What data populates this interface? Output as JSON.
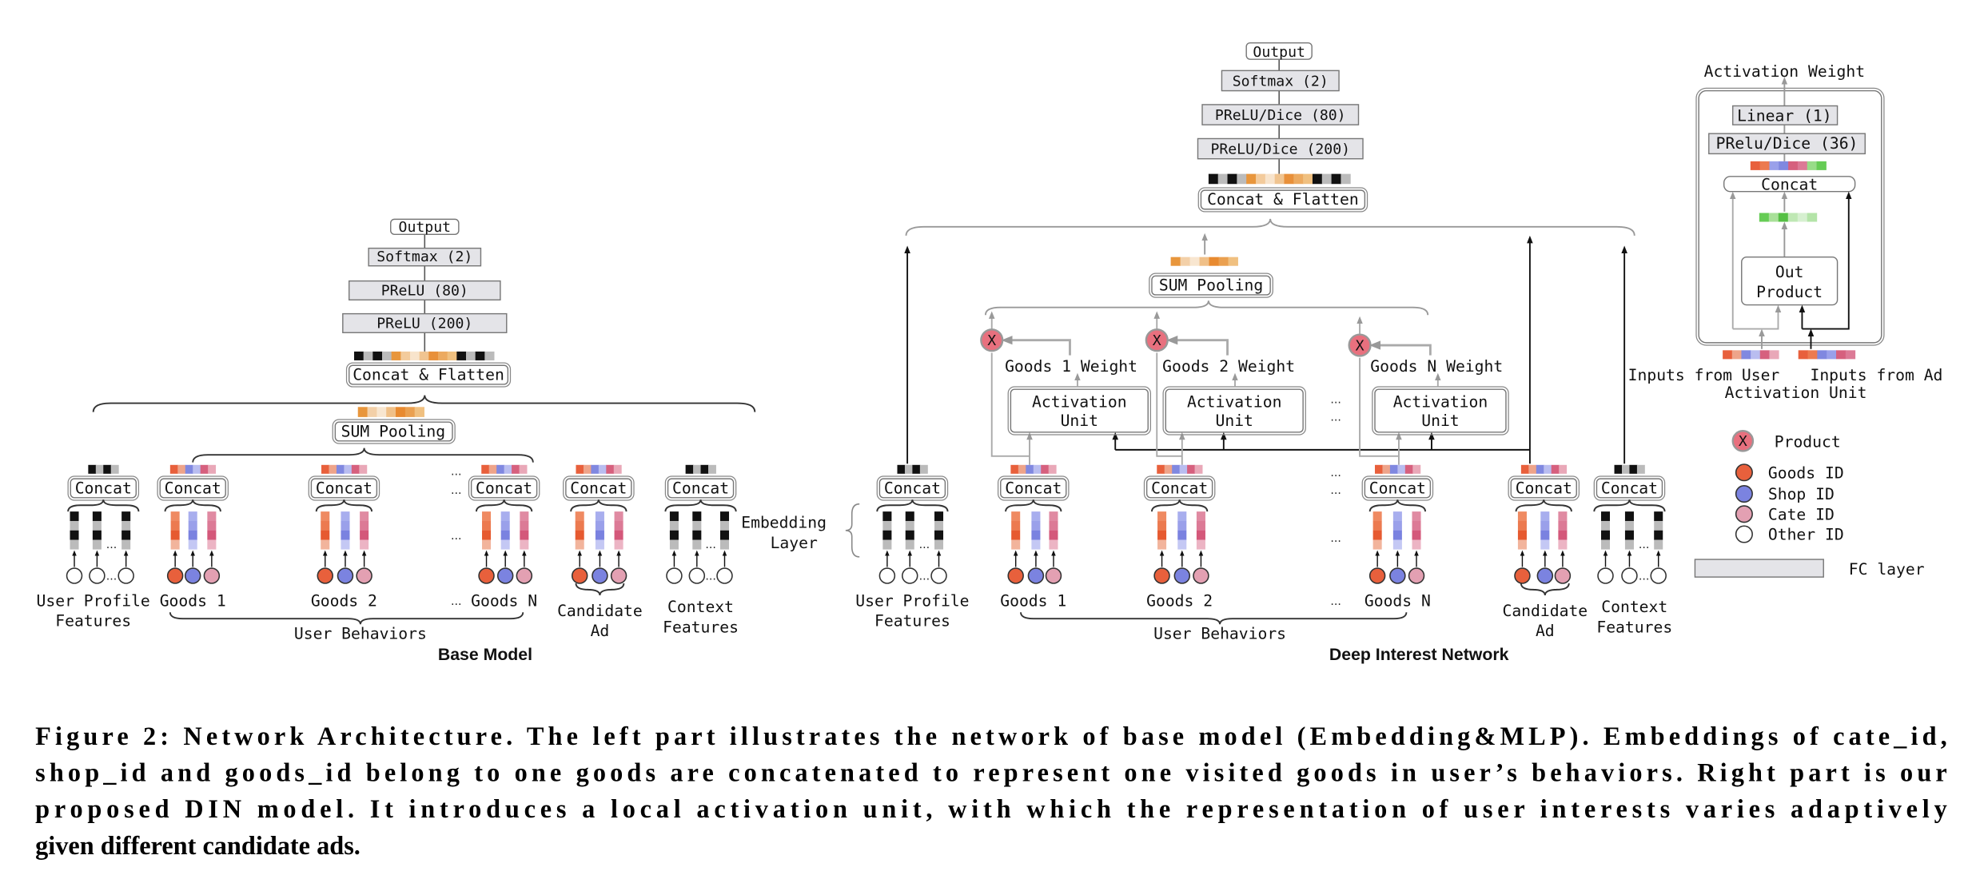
{
  "base_model": {
    "title": "Base Model",
    "output": "Output",
    "layers": [
      "Softmax (2)",
      "PReLU (80)",
      "PReLU (200)"
    ],
    "concat_flatten": "Concat & Flatten",
    "sum_pooling": "SUM Pooling",
    "concat": "Concat",
    "ellipsis": "...",
    "labels": {
      "user_profile": [
        "User Profile",
        "Features"
      ],
      "goods": [
        "Goods 1",
        "Goods 2",
        "Goods N"
      ],
      "user_behaviors": "User Behaviors",
      "candidate_ad": [
        "Candidate",
        "Ad"
      ],
      "context": [
        "Context",
        "Features"
      ]
    }
  },
  "din": {
    "title": "Deep Interest Network",
    "output": "Output",
    "layers": [
      "Softmax (2)",
      "PReLU/Dice (80)",
      "PReLU/Dice (200)"
    ],
    "concat_flatten": "Concat & Flatten",
    "sum_pooling": "SUM Pooling",
    "concat": "Concat",
    "ellipsis": "...",
    "product_symbol": "X",
    "activation_unit": [
      "Activation",
      "Unit"
    ],
    "weights": [
      "Goods 1 Weight",
      "Goods 2 Weight",
      "Goods N Weight"
    ],
    "embedding_layer": [
      "Embedding",
      "Layer"
    ],
    "labels": {
      "user_profile": [
        "User Profile",
        "Features"
      ],
      "goods": [
        "Goods 1",
        "Goods 2",
        "Goods N"
      ],
      "user_behaviors": "User Behaviors",
      "candidate_ad": [
        "Candidate",
        "Ad"
      ],
      "context": [
        "Context",
        "Features"
      ]
    }
  },
  "activation_unit_detail": {
    "output_label": "Activation Weight",
    "layers": [
      "Linear (1)",
      "PRelu/Dice (36)"
    ],
    "concat": "Concat",
    "out_product": [
      "Out",
      "Product"
    ],
    "inputs_user": "Inputs from User",
    "inputs_ad": "Inputs from Ad",
    "caption": "Activation Unit"
  },
  "legend": {
    "product": {
      "symbol": "X",
      "label": "Product"
    },
    "ids": [
      {
        "label": "Goods ID",
        "color": "#e8603c"
      },
      {
        "label": "Shop ID",
        "color": "#7b83e0"
      },
      {
        "label": "Cate ID",
        "color": "#e3a0b2"
      },
      {
        "label": "Other ID",
        "color": "#ffffff"
      }
    ],
    "fc_layer": "FC layer"
  },
  "caption": {
    "lines": [
      "Figure 2: Network Architecture. The left part illustrates the network of base model (Embedding&MLP). Embeddings of cate_id,",
      "shop_id and goods_id belong to one goods are concatenated to represent one visited goods in user’s behaviors. Right part is our",
      "proposed DIN model. It introduces a local activation unit, with which the representation of user interests varies adaptively",
      "given different candidate ads."
    ]
  },
  "colors": {
    "goods": "#e8603c",
    "shop": "#7b83e0",
    "cate": "#e3a0b2",
    "product": "#e8707e",
    "fc_layer": "#e4e4e8",
    "feature_dark": "#111111",
    "feature_light": "#bbbbbb"
  }
}
